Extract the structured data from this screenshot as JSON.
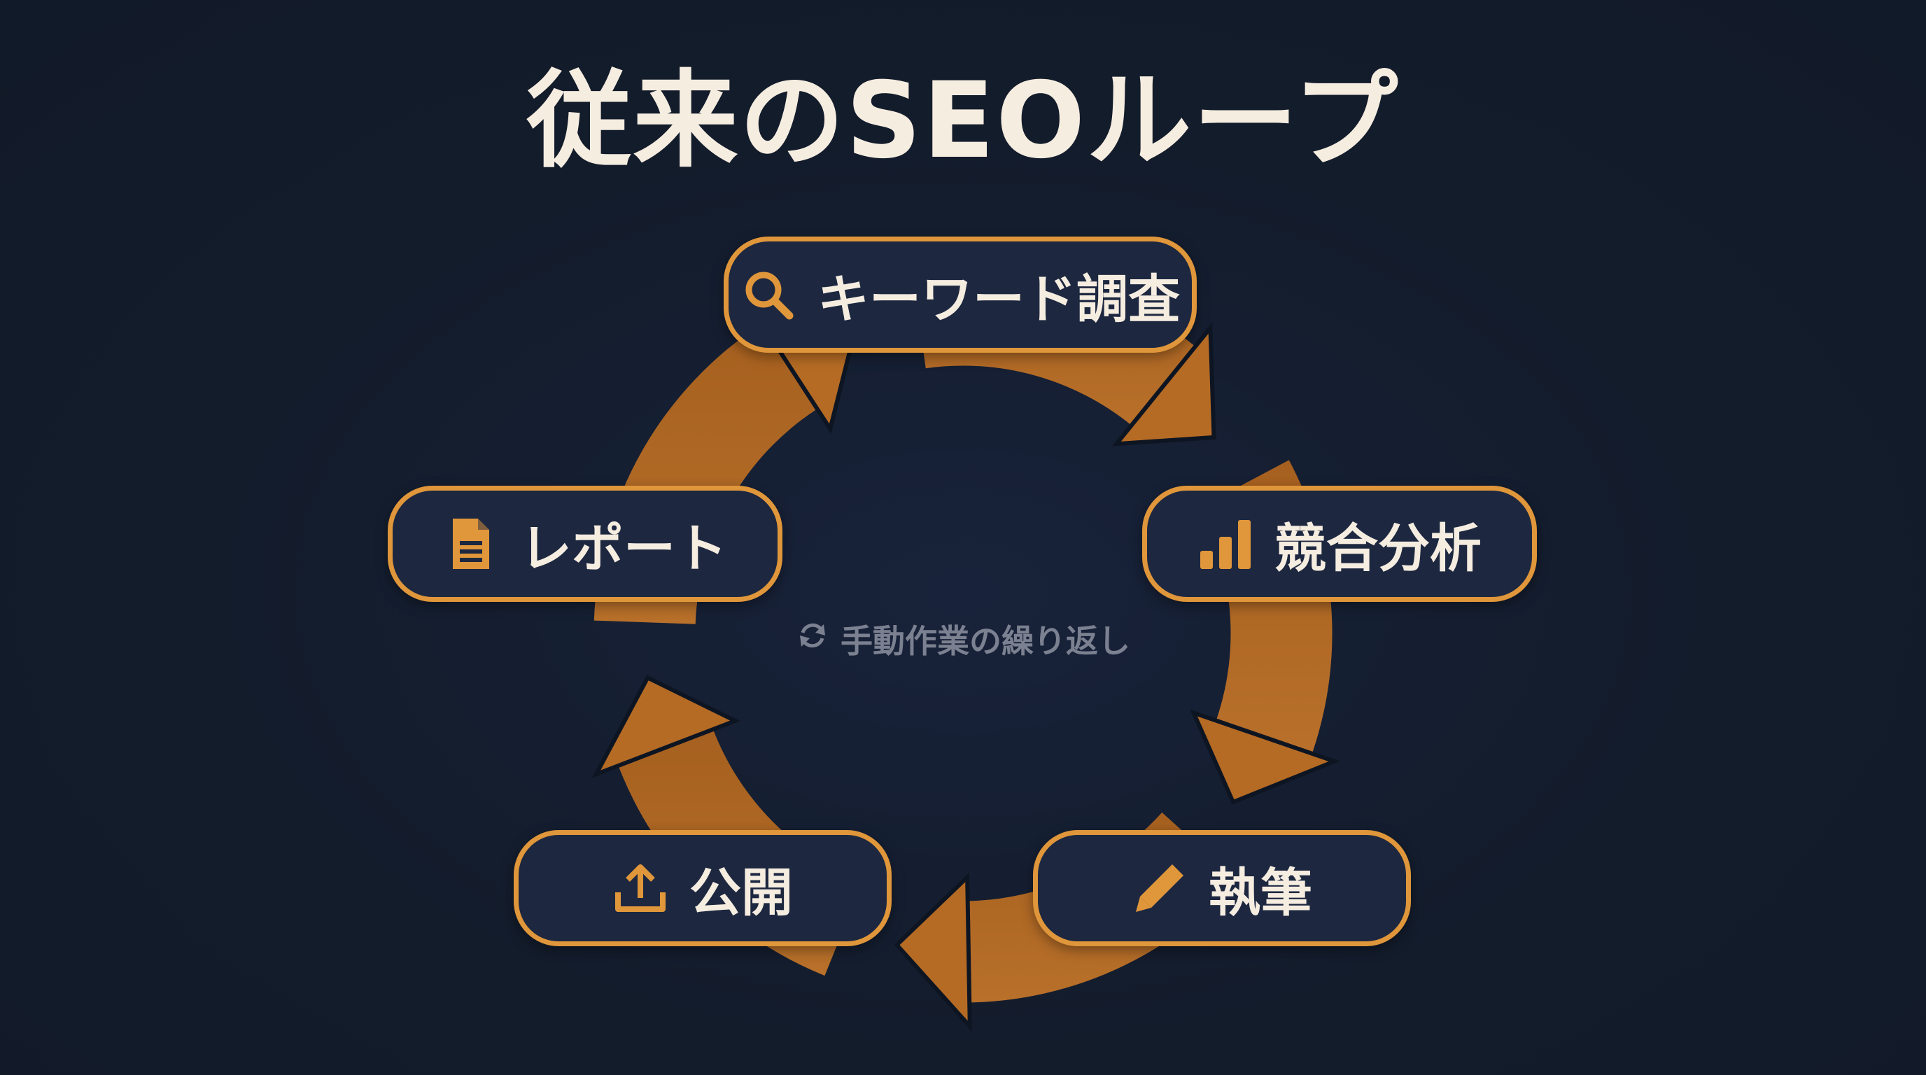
{
  "title": "従来のSEOループ",
  "center_caption": "手動作業の繰り返し",
  "nodes": {
    "keyword": {
      "label": "キーワード調査",
      "icon": "search-icon"
    },
    "analysis": {
      "label": "競合分析",
      "icon": "bar-chart-icon"
    },
    "writing": {
      "label": "執筆",
      "icon": "pencil-icon"
    },
    "publish": {
      "label": "公開",
      "icon": "upload-icon"
    },
    "report": {
      "label": "レポート",
      "icon": "document-icon"
    }
  },
  "colors": {
    "background": "#131c2b",
    "accent": "#e0963a",
    "arrow": "#b56b24",
    "node_fill": "#1d2840",
    "text": "#f6ede1",
    "caption": "#7b8190"
  }
}
